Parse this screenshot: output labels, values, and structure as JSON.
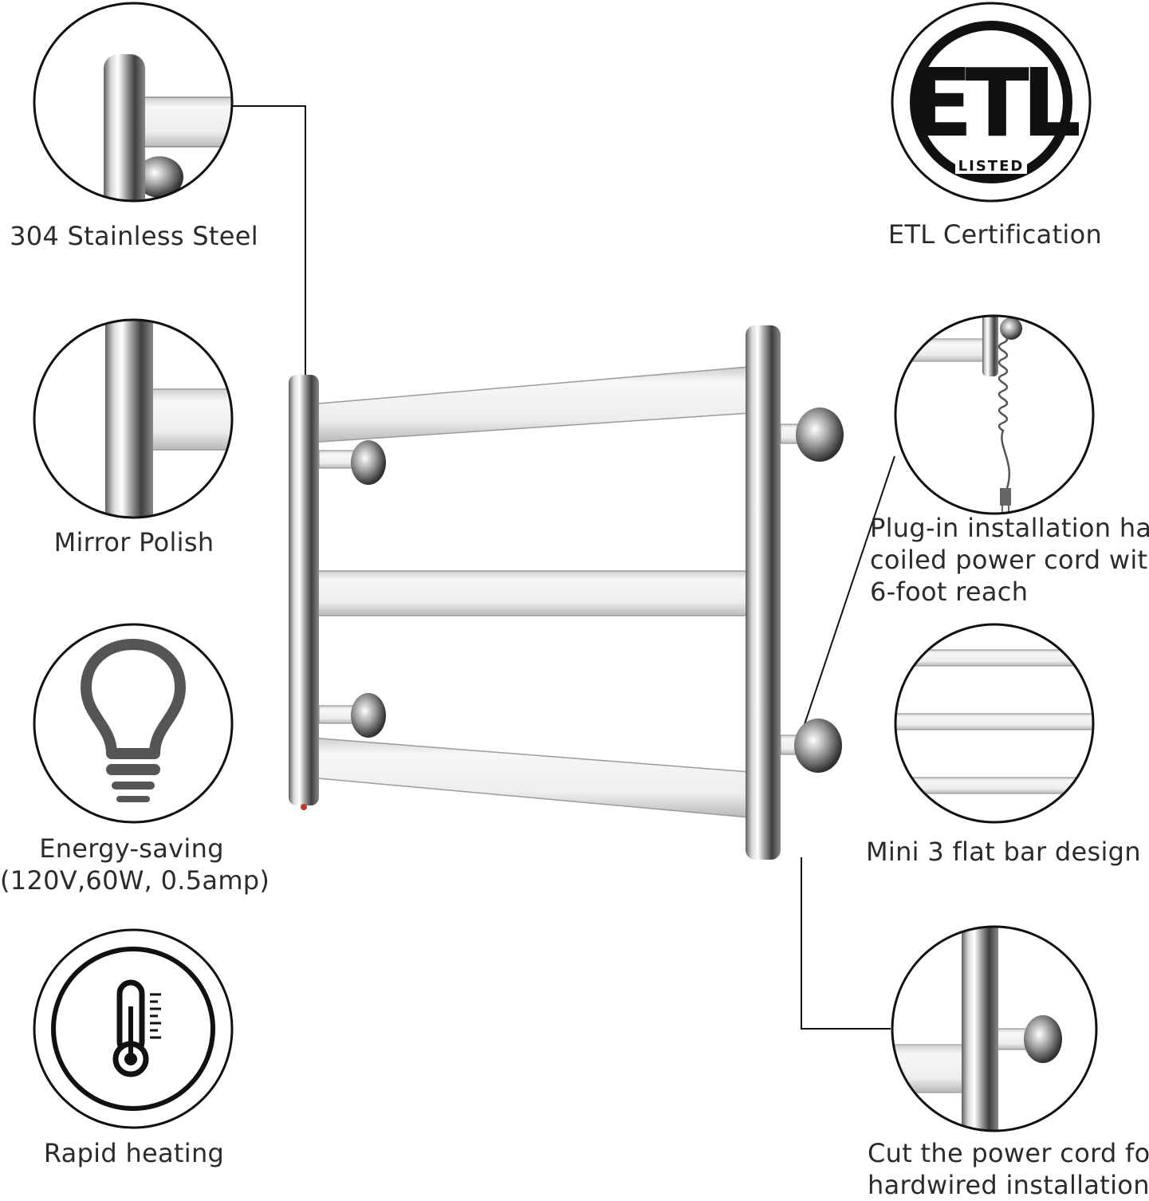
{
  "features": {
    "stainless": {
      "label": "304 Stainless Steel"
    },
    "polish": {
      "label": "Mirror Polish"
    },
    "energy": {
      "line1": "Energy-saving",
      "line2": "(120V,60W, 0.5amp)"
    },
    "rapid": {
      "label": "Rapid heating"
    },
    "etl": {
      "label": "ETL Certification",
      "logo_text": "ETL",
      "listed_text": "LISTED",
      "registered": "®"
    },
    "plugin": {
      "line1": "Plug-in installation has",
      "line2": "coiled power cord with",
      "line3": "6-foot reach"
    },
    "mini": {
      "label": "Mini 3 flat bar design"
    },
    "cut": {
      "line1": "Cut the power cord for",
      "line2": "hardwired installation"
    }
  },
  "colors": {
    "ink": "#2b2b2b",
    "chrome_dark": "#6f6f6f",
    "chrome_light": "#f4f4f4",
    "indicator": "#c0392b"
  }
}
